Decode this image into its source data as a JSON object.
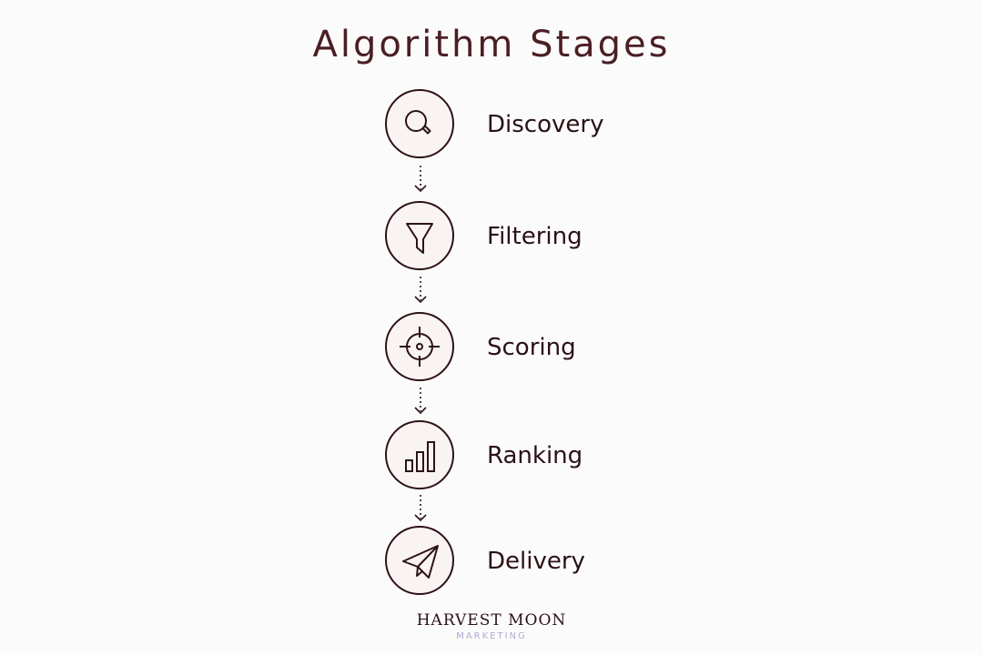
{
  "title": "Algorithm Stages",
  "stages": [
    {
      "label": "Discovery",
      "icon": "search-icon"
    },
    {
      "label": "Filtering",
      "icon": "funnel-icon"
    },
    {
      "label": "Scoring",
      "icon": "target-icon"
    },
    {
      "label": "Ranking",
      "icon": "bar-chart-icon"
    },
    {
      "label": "Delivery",
      "icon": "paper-plane-icon"
    }
  ],
  "brand": {
    "name": "HARVEST MOON",
    "tagline": "MARKETING"
  },
  "colors": {
    "title": "#4a1f24",
    "stroke": "#2e1216",
    "tagline": "#b3a8d2",
    "background": "#fcfbfb"
  }
}
